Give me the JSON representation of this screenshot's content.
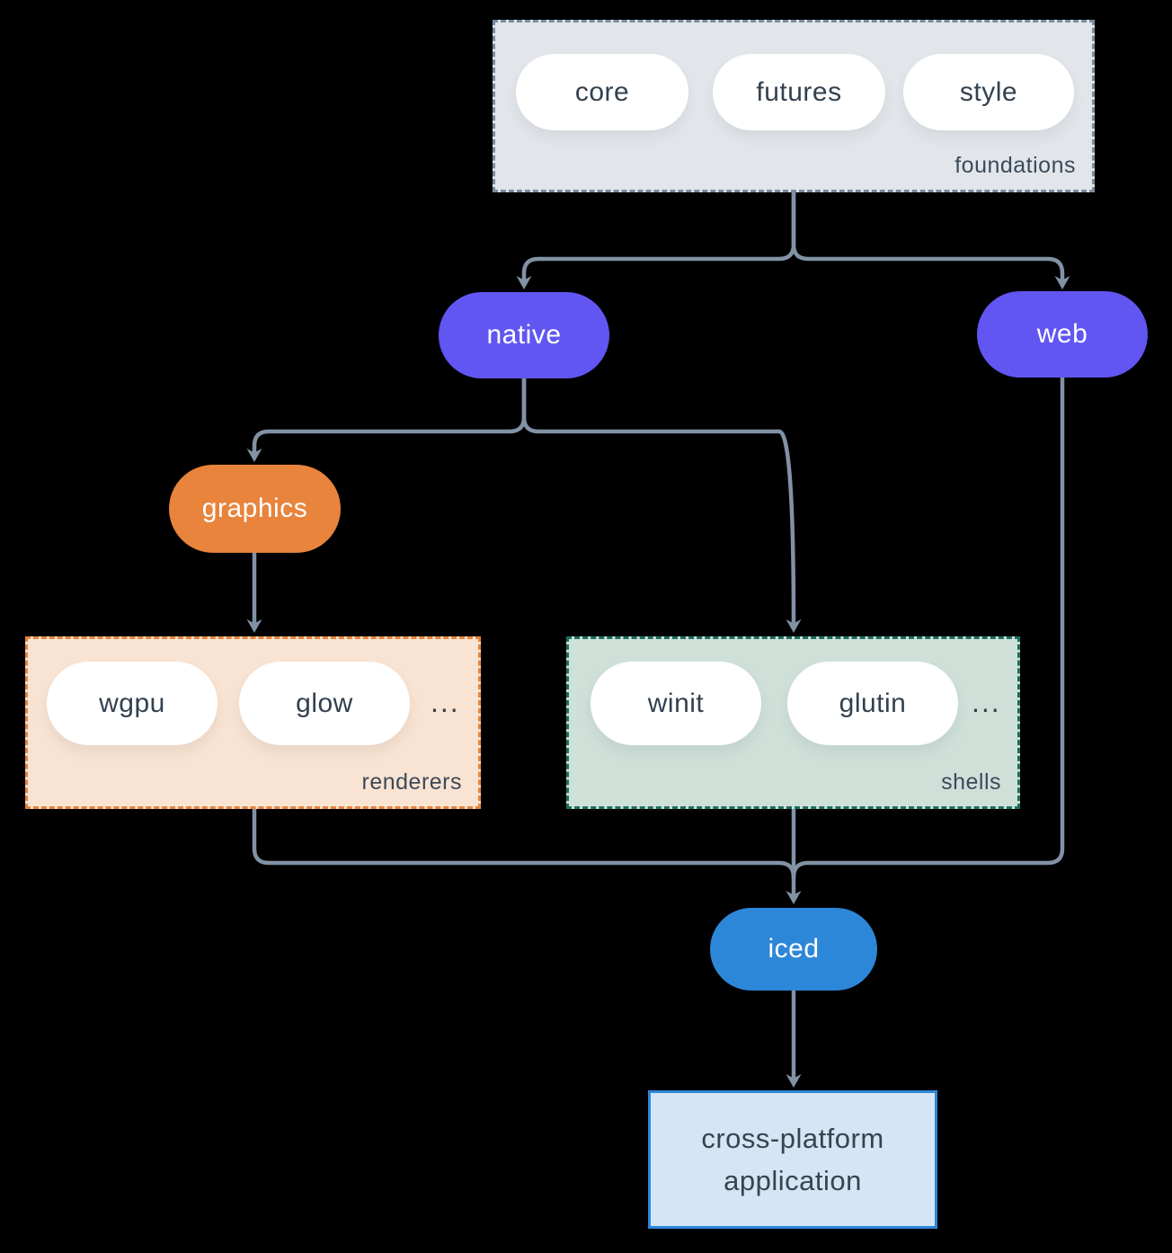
{
  "groups": {
    "foundations": {
      "label": "foundations",
      "pills": [
        "core",
        "futures",
        "style"
      ]
    },
    "renderers": {
      "label": "renderers",
      "pills": [
        "wgpu",
        "glow"
      ],
      "ellipsis": "..."
    },
    "shells": {
      "label": "shells",
      "pills": [
        "winit",
        "glutin"
      ],
      "ellipsis": "..."
    }
  },
  "nodes": {
    "native": "native",
    "web": "web",
    "graphics": "graphics",
    "iced": "iced",
    "application": "cross-platform application"
  },
  "edges": [
    {
      "from": "foundations",
      "to": "native"
    },
    {
      "from": "foundations",
      "to": "web"
    },
    {
      "from": "native",
      "to": "graphics"
    },
    {
      "from": "native",
      "to": "shells"
    },
    {
      "from": "graphics",
      "to": "renderers"
    },
    {
      "from": "renderers",
      "to": "iced"
    },
    {
      "from": "shells",
      "to": "iced"
    },
    {
      "from": "web",
      "to": "iced"
    },
    {
      "from": "iced",
      "to": "application"
    }
  ],
  "colors": {
    "background": "#000000",
    "connector": "#8292a5",
    "node_purple": "#6156f2",
    "node_orange": "#e8843c",
    "node_blue": "#2d87d8",
    "foundations_fill": "#e2e6ea",
    "foundations_border": "#7b8b9e",
    "renderers_fill": "#f9e3d2",
    "renderers_border": "#e8843c",
    "shells_fill": "#cfe0d9",
    "shells_border": "#1b6f5e",
    "application_fill": "#d5e5f6",
    "application_border": "#2d87d8",
    "text_dark": "#33414e",
    "text_light": "#ffffff"
  }
}
